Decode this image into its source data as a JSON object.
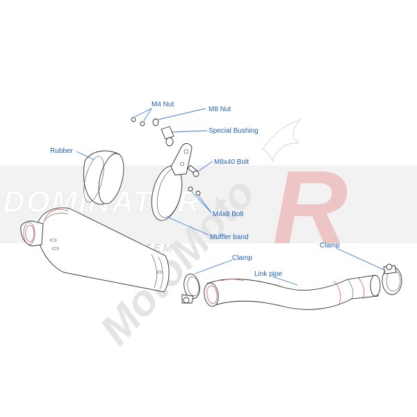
{
  "watermark": {
    "brand": "DOMINATOR",
    "subtitle": "EXHAUST SYSTEM",
    "motomoto": "MotoMoto",
    "r_letter": "R",
    "band_color": "#e6e6e6",
    "red_color": "#d9534f"
  },
  "labels": {
    "m4_nut": "M4 Nut",
    "m8_nut": "M8 Nut",
    "special_bushing": "Special Bushing",
    "rubber": "Rubber",
    "m8x40_bolt": "M8x40 Bolt",
    "m4x8_bolt": "M4x8 Bolt",
    "muffler_band": "Muffler band",
    "clamp_left": "Clamp",
    "clamp_right": "Clamp",
    "link_pipe": "Link pipe"
  },
  "colors": {
    "label": "#1f5fb8",
    "leader": "#3a7bd5",
    "outline": "#2b2b2b"
  }
}
